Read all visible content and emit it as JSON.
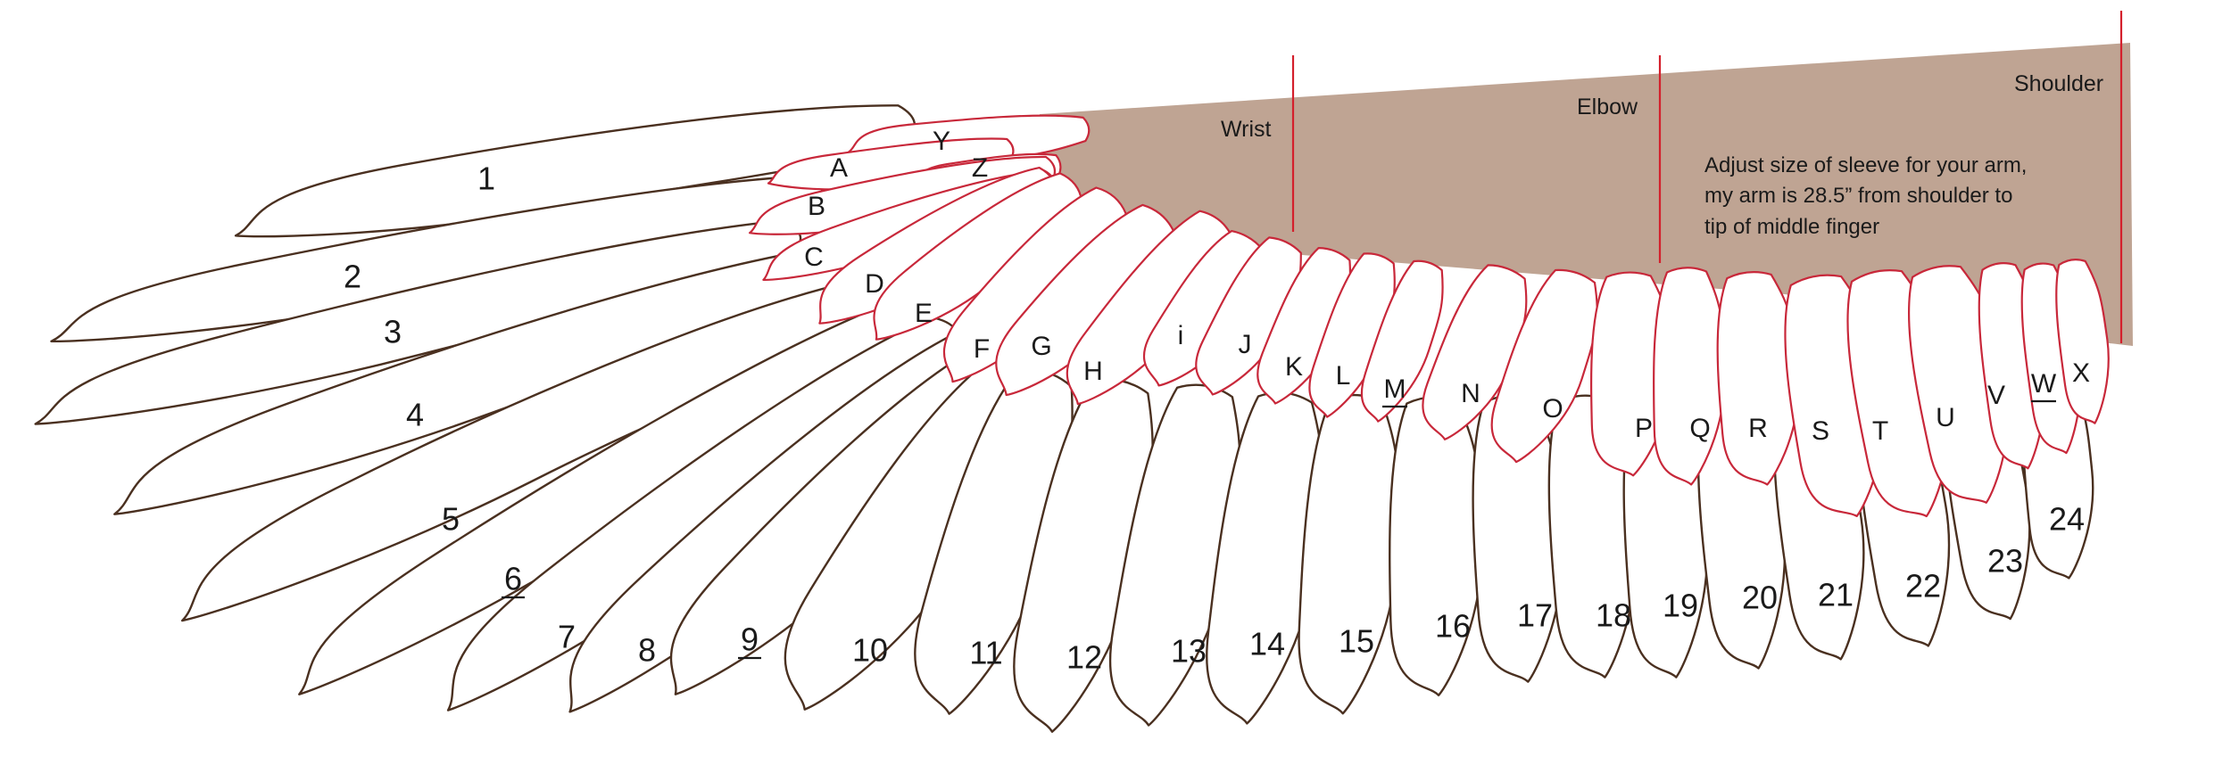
{
  "colors": {
    "sleeve": "#bfa493",
    "feather_outline": "#4a3020",
    "covert_outline": "#c8283a",
    "joint_line": "#d4202c"
  },
  "joints": [
    {
      "id": "wrist",
      "label": "Wrist"
    },
    {
      "id": "elbow",
      "label": "Elbow"
    },
    {
      "id": "shoulder",
      "label": "Shoulder"
    }
  ],
  "note": [
    "Adjust size of sleeve for your arm,",
    "my arm is 28.5” from shoulder to",
    "tip of middle finger"
  ],
  "flight_feathers": [
    {
      "label": "1",
      "underlined": false
    },
    {
      "label": "2",
      "underlined": false
    },
    {
      "label": "3",
      "underlined": false
    },
    {
      "label": "4",
      "underlined": false
    },
    {
      "label": "5",
      "underlined": false
    },
    {
      "label": "6",
      "underlined": true
    },
    {
      "label": "7",
      "underlined": false
    },
    {
      "label": "8",
      "underlined": false
    },
    {
      "label": "9",
      "underlined": true
    },
    {
      "label": "10",
      "underlined": false
    },
    {
      "label": "11",
      "underlined": false
    },
    {
      "label": "12",
      "underlined": false
    },
    {
      "label": "13",
      "underlined": false
    },
    {
      "label": "14",
      "underlined": false
    },
    {
      "label": "15",
      "underlined": false
    },
    {
      "label": "16",
      "underlined": false
    },
    {
      "label": "17",
      "underlined": false
    },
    {
      "label": "18",
      "underlined": false
    },
    {
      "label": "19",
      "underlined": false
    },
    {
      "label": "20",
      "underlined": false
    },
    {
      "label": "21",
      "underlined": false
    },
    {
      "label": "22",
      "underlined": false
    },
    {
      "label": "23",
      "underlined": false
    },
    {
      "label": "24",
      "underlined": false
    }
  ],
  "covert_feathers": [
    {
      "label": "Y",
      "underlined": false
    },
    {
      "label": "A",
      "underlined": false
    },
    {
      "label": "Z",
      "underlined": false
    },
    {
      "label": "B",
      "underlined": false
    },
    {
      "label": "C",
      "underlined": false
    },
    {
      "label": "D",
      "underlined": false
    },
    {
      "label": "E",
      "underlined": false
    },
    {
      "label": "F",
      "underlined": false
    },
    {
      "label": "G",
      "underlined": false
    },
    {
      "label": "H",
      "underlined": false
    },
    {
      "label": "i",
      "underlined": false
    },
    {
      "label": "J",
      "underlined": false
    },
    {
      "label": "K",
      "underlined": false
    },
    {
      "label": "L",
      "underlined": false
    },
    {
      "label": "M",
      "underlined": true
    },
    {
      "label": "N",
      "underlined": false
    },
    {
      "label": "O",
      "underlined": false
    },
    {
      "label": "P",
      "underlined": false
    },
    {
      "label": "Q",
      "underlined": false
    },
    {
      "label": "R",
      "underlined": false
    },
    {
      "label": "S",
      "underlined": false
    },
    {
      "label": "T",
      "underlined": false
    },
    {
      "label": "U",
      "underlined": false
    },
    {
      "label": "V",
      "underlined": false
    },
    {
      "label": "W",
      "underlined": true
    },
    {
      "label": "X",
      "underlined": false
    }
  ]
}
